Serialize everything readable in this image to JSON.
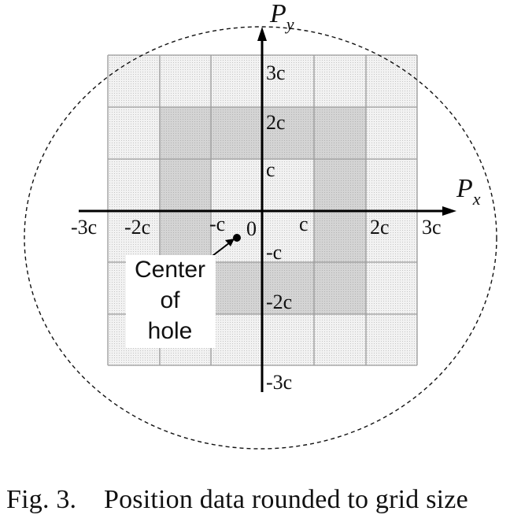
{
  "grid": {
    "colors": {
      "light": "#f2f2f2",
      "dark": "#d4d4d4",
      "line": "#9a9a9a",
      "axis": "#000000"
    }
  },
  "axes": {
    "x": {
      "name": "P",
      "sub": "x"
    },
    "y": {
      "name": "P",
      "sub": "y"
    }
  },
  "ticks": {
    "x": [
      "-3c",
      "-2c",
      "-c",
      "0",
      "c",
      "2c",
      "3c"
    ],
    "y": [
      "3c",
      "2c",
      "c",
      "-c",
      "-2c",
      "-3c"
    ]
  },
  "annotation": {
    "lines": [
      "Center",
      "of",
      "hole"
    ]
  },
  "caption": {
    "number": "Fig. 3.",
    "text": "Position data rounded to grid size"
  }
}
